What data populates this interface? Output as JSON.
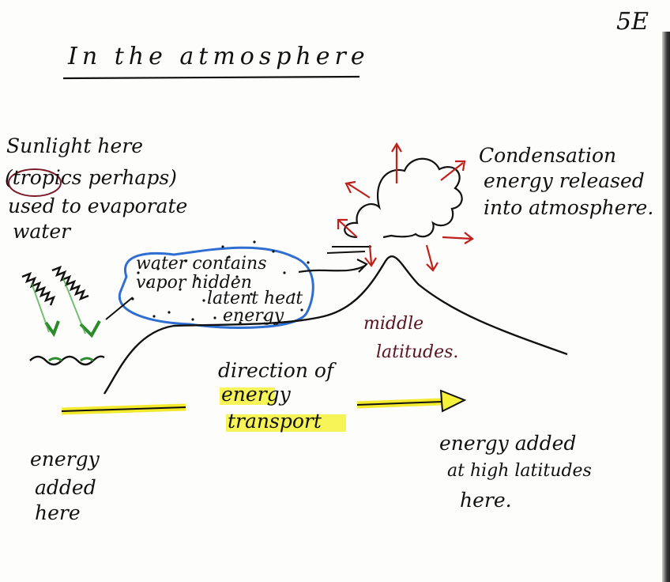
{
  "page_number": "5E",
  "title": "In the atmosphere",
  "sunlight_note": {
    "lines": [
      "Sunlight here",
      "(tropics perhaps)",
      "used to evaporate",
      "water"
    ]
  },
  "condensation_note": {
    "lines": [
      "Condensation",
      "energy released",
      "into atmosphere."
    ]
  },
  "vapor_bubble": {
    "lines": [
      "water   contains",
      "vapor   hidden",
      "latent heat",
      "energy"
    ]
  },
  "middle_latitudes": {
    "lines": [
      "middle",
      "latitudes."
    ]
  },
  "direction": {
    "lines": [
      "direction of",
      "energy",
      "transport"
    ]
  },
  "energy_added_left": {
    "lines": [
      "energy",
      "added",
      "here"
    ]
  },
  "energy_added_right": {
    "lines": [
      "energy added",
      "at high latitudes",
      "here."
    ]
  },
  "colors": {
    "ink": "#111111",
    "arrow_red": "#c0201a",
    "bubble_blue": "#2f6fd1",
    "highlight_yellow": "#f6f23a",
    "sun_green": "#2c8a2c",
    "label_maroon": "#5a1420"
  }
}
